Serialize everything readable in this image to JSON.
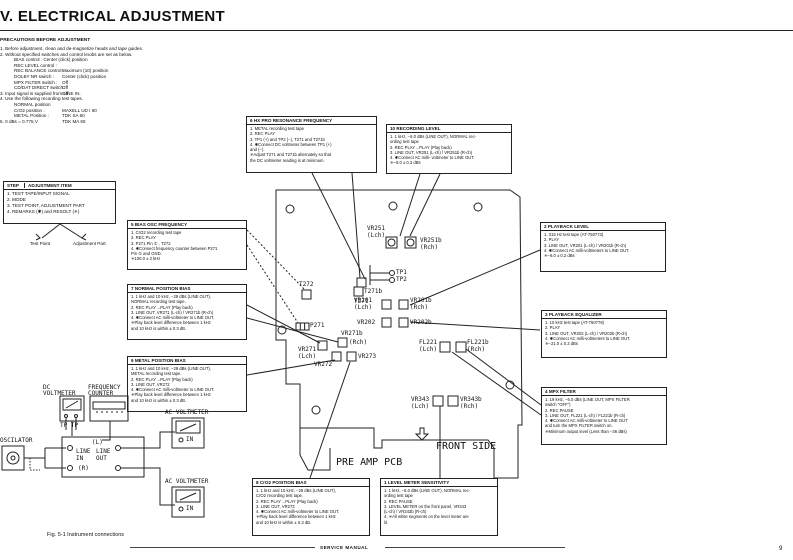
{
  "page": {
    "title": "V. ELECTRICAL ADJUSTMENT",
    "page_number": "9",
    "footer": "SERVICE MANUAL"
  },
  "precautions": {
    "heading": "PRECAUTIONS BEFORE ADJUSTMENT",
    "lines": [
      "1. Before adjustment, clean and de-magnetize heads and tape guides.",
      "2. Without specified switches and control knobs are set as below.",
      "BIAS control : Center (click) position",
      "REC LEVEL control :",
      "REC BALANCE control :",
      "DOLBY NR switch :",
      "MPX FILTER switch :",
      "CD/DAT DIRECT switch :",
      "3. Input signal is supplied from LINE IN.",
      "4. Use the following recording test tapes.",
      "NORMAL position",
      "CrO2 position :",
      "METAL Position :",
      "5. 0 dBs = 0.775 V"
    ],
    "values": [
      "Maximum (10) position",
      "Center (click) position",
      "Off",
      "Off",
      "Off",
      "MAXELL UD I 60",
      "TDK SA 60",
      "TDK MA 60"
    ]
  },
  "step_box": {
    "col1": "STEP",
    "col2": "ADJUSTMENT ITEM",
    "lines": [
      "1. TEST TAPE/INPUT SIGNAL",
      "2. MODE",
      "3. TEST POINT, ADJUSTMENT PART",
      "4. REMARKS (✱) and RESOLT (✳)"
    ],
    "test_point": "Test Point",
    "adjustment_part": "Adjustment Part"
  },
  "boxes": {
    "hx": {
      "title": "6  HX PRO RESONANCE FREQUENCY",
      "lines": [
        "1. METAL recording test tape",
        "2. REC PLAY",
        "3. TP1 (+) and TP2 (−), T271 and T271b",
        "4. ✱Connect DC voltmeter between TP1 (+)",
        "    and (−).",
        "  ✳Adjust T271 and T271b alternately so that",
        "    the DC voltmeter reading is at minimum."
      ]
    },
    "rec_level": {
      "title": "10  RECORDING LEVEL",
      "lines": [
        "1. 1 kHz, −6.0 dBs (LINE OUT), NORMAL rec-",
        "    ording test tape",
        "2. REC PLAY→PLAY (Play back)",
        "3. LINE OUT, VR251 (L-ch) / VR251b (R-ch)",
        "4. ✱Connect AC milli- voltmeter to LINE OUT.",
        "  ✳−6.0 ± 0.3 dBs"
      ]
    },
    "bias_osc": {
      "title": "5  BIAS OSC FREQUENCY",
      "lines": [
        "1. CrO2 recording test tape",
        "2. REC PLAY",
        "3. P271 Pin ① , T272",
        "4. ✱Connect frequency counter between P271",
        "    Pin ① and GND.",
        "  ✳100.0 ± 2 kHz"
      ]
    },
    "normal_bias": {
      "title": "7  NORMAL POSITION BIAS",
      "lines": [
        "1. 1 kHz and 10 kHz, −29 dBs (LINE OUT),",
        "    NORMAL recording test tape.",
        "2. REC PLAY→PLAY (Play back)",
        "3. LINE OUT, VR271 (L-ch) / VR271b (R-ch)",
        "4. ✱Connect AC milli-voltmeter to LINE OUT.",
        "  ✳Play back level difference between 1 kHz",
        "    and 10 kHz is within ± 0.3 dB."
      ]
    },
    "metal_bias": {
      "title": "9  METAL POSITION BIAS",
      "lines": [
        "1. 1 kHz and 10 kHz, −29 dBs (LINE OUT),",
        "    METAL recording test tape.",
        "2. REC PLAY→PLAY (Play back)",
        "3. LINE OUT, VR272",
        "4. ✱Connect AC milli-voltmeter to LINE OUT.",
        "  ✳Play back level difference between 1 kHz",
        "    and 10 kHz is within ± 0.3 dB."
      ]
    },
    "playback_level": {
      "title": "2  PLAYBACK LEVEL",
      "lines": [
        "1. 315 Hz test tape (AT-750773)",
        "2. PLAY",
        "3. LINE OUT, VR201 (L-ch) / VR201b (R-ch)",
        "4. ✱Connect AC milli-voltmeters to LINE OUT.",
        "  ✳−6.0 ± 0.2 dBs"
      ]
    },
    "playback_eq": {
      "title": "3  PLAYBACK EQUALIZER",
      "lines": [
        "1. 10 kHz test tape (AT-750778)",
        "2. PLAY",
        "3. LINE OUT, VR202 (L-ch) / VR202b (R-ch)",
        "4. ✱Connect AC milli-voltmeters to LINE OUT.",
        "  ✳−21.0 ± 0.3 dBs"
      ]
    },
    "mpx": {
      "title": "4  MPX FILTER",
      "lines": [
        "1. 19 kHz, −6.0 dBs (LINE OUT, MPX FILTER",
        "    switch \"OFF\")",
        "2. REC PAUSE",
        "3. LINE OUT, FL221 (L-ch) / FL221b (R-ch)",
        "4. ✱Connect AC milli-voltmeter to LINE OUT",
        "    and turn the MPX FILTER switch on.",
        "  ✳Minimum output level (Less than −36 dBs)"
      ]
    },
    "cro2_bias": {
      "title": "8  CrO2 POSITION BIAS",
      "lines": [
        "1. 1 kHz and 10 kHz, −29 dBs (LINE OUT),",
        "    CrO2 recording test tape.",
        "2. REC PLAY→PLAY (Play back)",
        "3. LINE OUT, VR273",
        "4. ✱Connect AC milli-voltmeter to LINE OUT.",
        "  ✳Play back level difference between 1 kHz",
        "    and 10 kHz is within ± 0.3 dB."
      ]
    },
    "level_meter": {
      "title": "1  LEVEL METER SENSITIVITY",
      "lines": [
        "1. 1 kHz, −6.0 dBs (LINE OUT), NORMAL rec-",
        "    ording test tape",
        "2. REC PAUSE",
        "3. LEVEL METER on the front panel, VR343",
        "    (L-ch) / VR343b (R-ch)",
        "4. ✳All white segments on the level meter are",
        "    lit."
      ]
    }
  },
  "pcb": {
    "vr251": "VR251",
    "vr251_ch": "(Lch)",
    "vr251b": "VR251b",
    "vr251b_ch": "(Rch)",
    "tp1": "TP1",
    "tp2": "TP2",
    "t271b": "T271b",
    "t271": "T271",
    "t272": "T272",
    "p271": "P271",
    "vr201": "VR201",
    "vr201_ch": "(Lch)",
    "vr201b": "VR201b",
    "vr201b_ch": "(Rch)",
    "vr202": "VR202",
    "vr202b": "VR202b",
    "vr271": "VR271",
    "vr271_ch": "(Lch)",
    "vr271b": "VR271b",
    "vr271b_ch": "(Rch)",
    "vr273": "VR273",
    "vr272": "VR272",
    "fl221": "FL221",
    "fl221_ch": "(Lch)",
    "fl221b": "FL221b",
    "fl221b_ch": "(Rch)",
    "vr343": "VR343",
    "vr343_ch": "(Lch)",
    "vr343b": "VR343b",
    "vr343b_ch": "(Rch)",
    "front_side": "FRONT SIDE",
    "pcb_name": "PRE AMP PCB"
  },
  "instruments": {
    "dc_voltmeter": "DC VOLTMETER",
    "frequency_counter": "FREQUENCY COUNTER",
    "tp_labels": "TP TP",
    "oscillator": "OSCILATOR",
    "l": "(L)",
    "line": "LINE",
    "in": "IN",
    "line_out": "LINE OUT",
    "r": "(R)",
    "ac_voltmeter_1": "AC VOLTMETER",
    "ac_voltmeter_2": "AC VOLTMETER",
    "in_1": "IN",
    "in_2": "IN",
    "caption": "Fig. 5-1 Instrument connections"
  }
}
